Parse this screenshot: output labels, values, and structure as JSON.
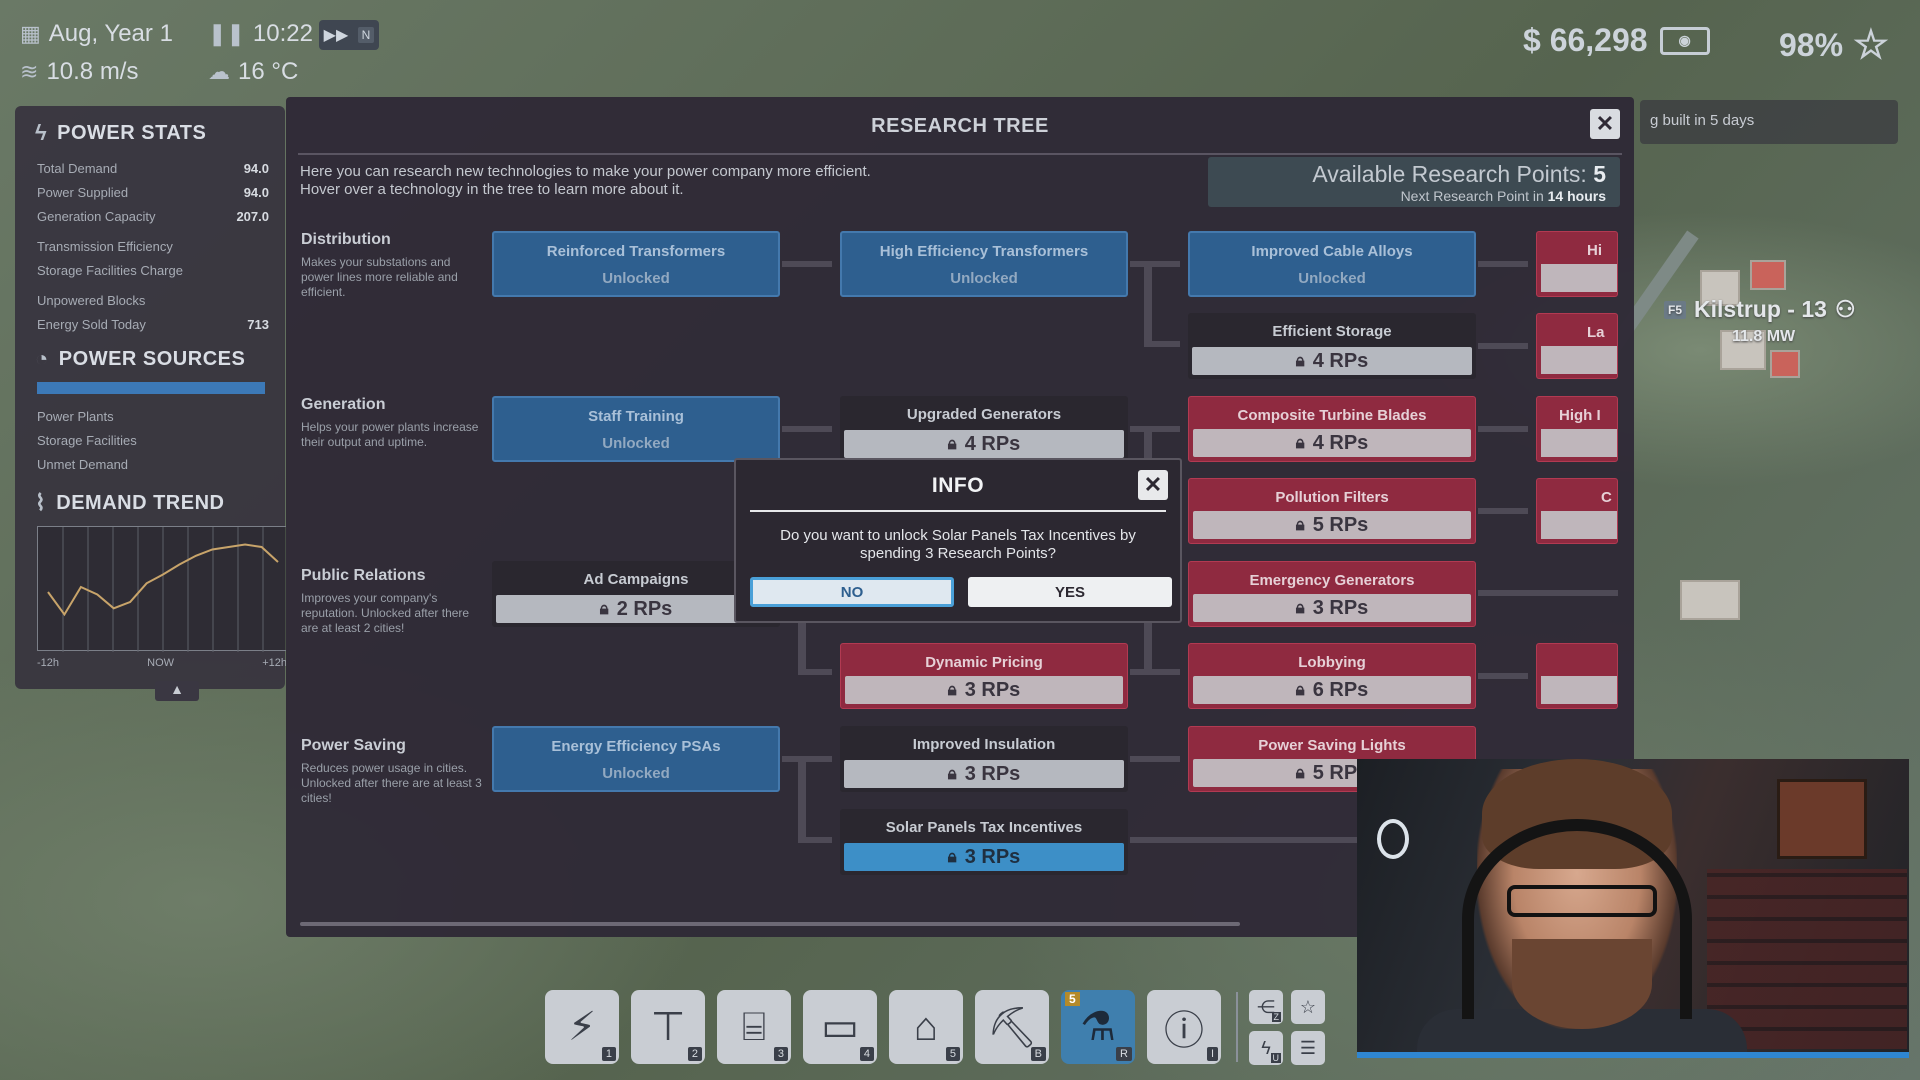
{
  "hud": {
    "date": "Aug, Year 1",
    "time": "10:22",
    "speed_key": "N",
    "wind": "10.8 m/s",
    "temperature": "16 °C",
    "money": "$ 66,298",
    "approval": "98%"
  },
  "left_panel": {
    "power_stats": {
      "title": "POWER STATS",
      "rows": [
        {
          "label": "Total Demand",
          "value": "94.0"
        },
        {
          "label": "Power Supplied",
          "value": "94.0"
        },
        {
          "label": "Generation Capacity",
          "value": "207.0"
        },
        {
          "label": "Transmission Efficiency",
          "value": ""
        },
        {
          "label": "Storage Facilities Charge",
          "value": ""
        },
        {
          "label": "Unpowered Blocks",
          "value": ""
        },
        {
          "label": "Energy Sold Today",
          "value": "713"
        }
      ]
    },
    "power_sources": {
      "title": "POWER SOURCES",
      "rows": [
        "Power Plants",
        "Storage Facilities",
        "Unmet Demand"
      ]
    },
    "demand_trend": {
      "title": "DEMAND TREND",
      "labels": [
        "-12h",
        "NOW",
        "+12h"
      ],
      "series": [
        0.48,
        0.3,
        0.52,
        0.46,
        0.35,
        0.4,
        0.55,
        0.62,
        0.7,
        0.77,
        0.82,
        0.84,
        0.86,
        0.84,
        0.72
      ]
    }
  },
  "tree": {
    "title": "RESEARCH TREE",
    "intro_1": "Here you can research new technologies to make your power company more efficient.",
    "intro_2": "Hover over a technology in the tree to learn more about it.",
    "rp_label": "Available Research Points:",
    "rp_value": "5",
    "next_label": "Next Research Point in",
    "next_value": "14 hours",
    "unlocked": "Unlocked",
    "categories": [
      {
        "title": "Distribution",
        "desc": "Makes your substations and power lines more reliable and efficient."
      },
      {
        "title": "Generation",
        "desc": "Helps your power plants increase their output and uptime."
      },
      {
        "title": "Public Relations",
        "desc": "Improves your company's reputation. Unlocked after there are at least 2 cities!"
      },
      {
        "title": "Power Saving",
        "desc": "Reduces power usage in cities. Unlocked after there are at least 3 cities!"
      }
    ],
    "nodes": {
      "reinforced": "Reinforced Transformers",
      "high_eff": "High Efficiency Transformers",
      "cable": "Improved Cable Alloys",
      "storage": "Efficient Storage",
      "storage_cost": "4 RPs",
      "staff": "Staff Training",
      "upgraded": "Upgraded Generators",
      "upgraded_cost": "4 RPs",
      "turbine": "Composite Turbine Blades",
      "turbine_cost": "4 RPs",
      "pollution": "Pollution Filters",
      "pollution_cost": "5 RPs",
      "ad": "Ad Campaigns",
      "ad_cost": "2 RPs",
      "emergency": "Emergency Generators",
      "emergency_cost": "3 RPs",
      "dynamic": "Dynamic Pricing",
      "dynamic_cost": "3 RPs",
      "lobbying": "Lobbying",
      "lobbying_cost": "6 RPs",
      "psa": "Energy Efficiency PSAs",
      "insulation": "Improved Insulation",
      "insulation_cost": "3 RPs",
      "lights": "Power Saving Lights",
      "lights_cost": "5 RPs",
      "solar": "Solar Panels Tax Incentives",
      "solar_cost": "3 RPs",
      "p1": "Hi",
      "p2": "La",
      "p3": "High I",
      "p4": "C"
    }
  },
  "dialog": {
    "title": "INFO",
    "message": "Do you want to unlock Solar Panels Tax Incentives by spending 3 Research Points?",
    "no": "NO",
    "yes": "YES"
  },
  "notification": "g built in 5 days",
  "city": {
    "badge": "F5",
    "name": "Kilstrup - 13",
    "power": "11.8 MW"
  },
  "toolbar": {
    "keys": [
      "1",
      "2",
      "3",
      "4",
      "5",
      "B",
      "R",
      "I"
    ],
    "research_badge": "5",
    "mini_keys": [
      "Z",
      "U"
    ]
  }
}
